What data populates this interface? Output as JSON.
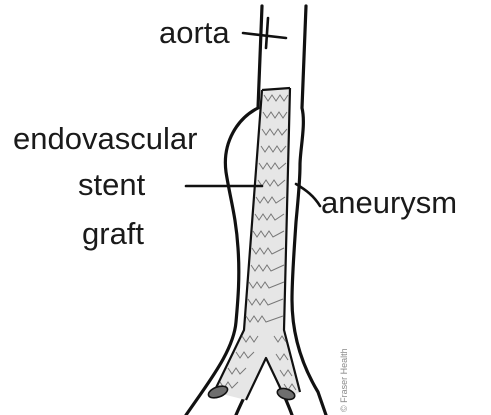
{
  "labels": {
    "aorta": "aorta",
    "endovascular": "endovascular",
    "stent": "stent",
    "graft": "graft",
    "aneurysm": "aneurysm"
  },
  "credit": "© Fraser Health",
  "colors": {
    "line": "#111111",
    "stent_fill": "#e6e6e6",
    "zigzag": "#777777",
    "cuff": "#6e6e6e",
    "background": "#ffffff"
  }
}
